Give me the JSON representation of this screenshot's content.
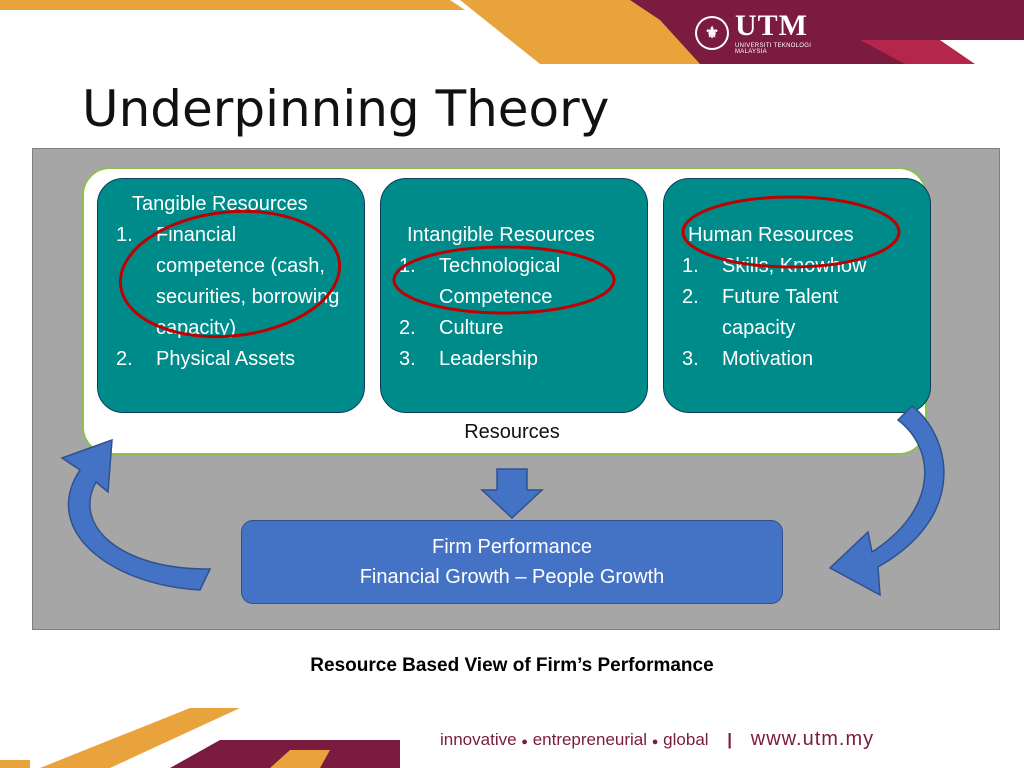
{
  "slide": {
    "title": "Underpinning Theory"
  },
  "logo": {
    "name": "UTM",
    "subtitle": "UNIVERSITI TEKNOLOGI MALAYSIA"
  },
  "diagram": {
    "boxes": [
      {
        "heading": "Tangible Resources",
        "items": [
          {
            "num": "1.",
            "text": "Financial competence (cash, securities, borrowing capacity)"
          },
          {
            "num": "2.",
            "text": "Physical Assets"
          }
        ]
      },
      {
        "heading": "Intangible Resources",
        "items": [
          {
            "num": "1.",
            "text": "Technological Competence"
          },
          {
            "num": "2.",
            "text": "Culture"
          },
          {
            "num": "3.",
            "text": "Leadership"
          }
        ]
      },
      {
        "heading": "Human  Resources",
        "items": [
          {
            "num": "1.",
            "text": "Skills, Knowhow"
          },
          {
            "num": "2.",
            "text": "Future Talent capacity"
          },
          {
            "num": "3.",
            "text": "Motivation"
          }
        ]
      }
    ],
    "container_label": "Resources",
    "performance": {
      "line1": "Firm Performance",
      "line2": "Financial Growth – People Growth"
    },
    "caption": "Resource Based View of Firm’s Performance"
  },
  "footer": {
    "tagline_1": "innovative",
    "bullet": "●",
    "tagline_2": "entrepreneurial",
    "tagline_3": "global",
    "divider": "|",
    "url": "www.utm.my"
  },
  "colors": {
    "maroon": "#7a1b3f",
    "gold": "#e8a33c",
    "teal": "#008b8b",
    "blue": "#4472c4",
    "panel_grey": "#a6a6a6",
    "highlight_red": "#c00000",
    "container_border": "#8cc152"
  }
}
